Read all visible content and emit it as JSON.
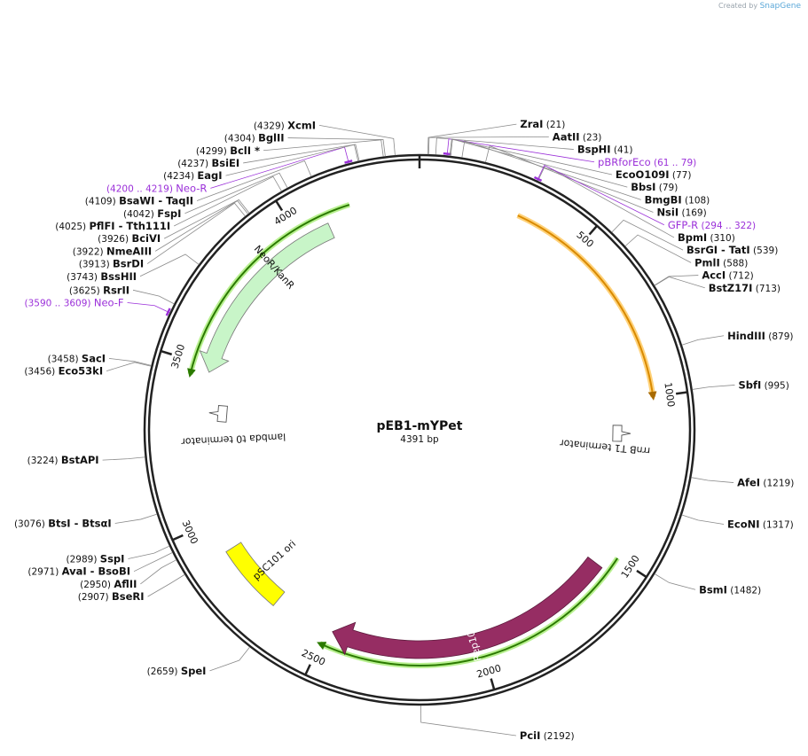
{
  "credit": {
    "prefix": "Created by",
    "brand": "SnapGene"
  },
  "plasmid": {
    "name": "pEB1-mYPet",
    "length_label": "4391 bp",
    "total_bp": 4391
  },
  "ticks": [
    {
      "bp": 500,
      "label": "500"
    },
    {
      "bp": 1000,
      "label": "1000"
    },
    {
      "bp": 1500,
      "label": "1500"
    },
    {
      "bp": 2000,
      "label": "2000"
    },
    {
      "bp": 2500,
      "label": "2500"
    },
    {
      "bp": 3000,
      "label": "3000"
    },
    {
      "bp": 3500,
      "label": "3500"
    },
    {
      "bp": 4000,
      "label": "4000"
    }
  ],
  "colors": {
    "backbone": "#222222",
    "site_line": "#8a8a8a",
    "primer": "#9b30d9",
    "neo_feature": "#c8f5c8",
    "rep101": "#962d63",
    "psc101_ori": "#ffff00",
    "promoter_green": "#2b7a00",
    "promoter_orange": "#d98a00"
  },
  "sites": [
    {
      "label": "ZraI",
      "pos": "(21)",
      "bp": 21
    },
    {
      "label": "AatII",
      "pos": "(23)",
      "bp": 23
    },
    {
      "label": "BspHI",
      "pos": "(41)",
      "bp": 41
    },
    {
      "label": "pBRforEco",
      "pos": "(61 .. 79)",
      "bp": 70,
      "primer": true
    },
    {
      "label": "EcoO109I",
      "pos": "(77)",
      "bp": 77
    },
    {
      "label": "BbsI",
      "pos": "(79)",
      "bp": 79
    },
    {
      "label": "BmgBI",
      "pos": "(108)",
      "bp": 108
    },
    {
      "label": "NsiI",
      "pos": "(169)",
      "bp": 169
    },
    {
      "label": "BpmI",
      "pos": "(310)",
      "bp": 310
    },
    {
      "label": "GFP-R",
      "pos": "(294 .. 322)",
      "bp": 308,
      "primer": true
    },
    {
      "label": "BsrGI - TatI",
      "pos": "(539)",
      "bp": 539
    },
    {
      "label": "PmlI",
      "pos": "(588)",
      "bp": 588
    },
    {
      "label": "AccI",
      "pos": "(712)",
      "bp": 712
    },
    {
      "label": "BstZ17I",
      "pos": "(713)",
      "bp": 713
    },
    {
      "label": "HindIII",
      "pos": "(879)",
      "bp": 879
    },
    {
      "label": "SbfI",
      "pos": "(995)",
      "bp": 995
    },
    {
      "label": "AfeI",
      "pos": "(1219)",
      "bp": 1219
    },
    {
      "label": "EcoNI",
      "pos": "(1317)",
      "bp": 1317
    },
    {
      "label": "BsmI",
      "pos": "(1482)",
      "bp": 1482
    },
    {
      "label": "PciI",
      "pos": "(2192)",
      "bp": 2192
    },
    {
      "label": "SpeI",
      "pos": "(2659)",
      "bp": 2659
    },
    {
      "label": "BseRI",
      "pos": "(2907)",
      "bp": 2907
    },
    {
      "label": "AflII",
      "pos": "(2950)",
      "bp": 2950
    },
    {
      "label": "AvaI - BsoBI",
      "pos": "(2971)",
      "bp": 2971
    },
    {
      "label": "SspI",
      "pos": "(2989)",
      "bp": 2989
    },
    {
      "label": "BtsI - BtsαI",
      "pos": "(3076)",
      "bp": 3076
    },
    {
      "label": "BstAPI",
      "pos": "(3224)",
      "bp": 3224
    },
    {
      "label": "Eco53kI",
      "pos": "(3456)",
      "bp": 3456
    },
    {
      "label": "SacI",
      "pos": "(3458)",
      "bp": 3458
    },
    {
      "label": "Neo-F",
      "pos": "(3590 .. 3609)",
      "bp": 3600,
      "primer": true
    },
    {
      "label": "RsrII",
      "pos": "(3625)",
      "bp": 3625
    },
    {
      "label": "BssHII",
      "pos": "(3743)",
      "bp": 3743
    },
    {
      "label": "BsrDI",
      "pos": "(3913)",
      "bp": 3913
    },
    {
      "label": "NmeAIII",
      "pos": "(3922)",
      "bp": 3922
    },
    {
      "label": "BciVI",
      "pos": "(3926)",
      "bp": 3926
    },
    {
      "label": "PflFI - Tth111I",
      "pos": "(4025)",
      "bp": 4025
    },
    {
      "label": "FspI",
      "pos": "(4042)",
      "bp": 4042
    },
    {
      "label": "BsaWI - TaqII",
      "pos": "(4109)",
      "bp": 4109
    },
    {
      "label": "Neo-R",
      "pos": "(4200 .. 4219)",
      "bp": 4210,
      "primer": true
    },
    {
      "label": "EagI",
      "pos": "(4234)",
      "bp": 4234
    },
    {
      "label": "BsiEI",
      "pos": "(4237)",
      "bp": 4237
    },
    {
      "label": "BclI *",
      "pos": "(4299)",
      "bp": 4299
    },
    {
      "label": "BglII",
      "pos": "(4304)",
      "bp": 4304
    },
    {
      "label": "XcmI",
      "pos": "(4329)",
      "bp": 4329
    }
  ],
  "features": [
    {
      "label": "NeoR/KanR",
      "start": 3480,
      "end": 4100,
      "dir": -1
    },
    {
      "label": "Rep101",
      "start": 1550,
      "end": 2480,
      "dir": 1
    },
    {
      "label": "pSC101 ori",
      "start": 2680,
      "end": 2900,
      "dir": 0
    },
    {
      "label": "lambda t0 terminator",
      "bp": 3350
    },
    {
      "label": "rrnB T1 terminator",
      "bp": 1110
    }
  ],
  "promoter_arcs": [
    {
      "start": 3460,
      "end": 4180,
      "dir": -1,
      "color": "green"
    },
    {
      "start": 300,
      "end": 1000,
      "dir": 1,
      "color": "orange"
    },
    {
      "start": 1500,
      "end": 2500,
      "dir": 1,
      "color": "green"
    }
  ]
}
